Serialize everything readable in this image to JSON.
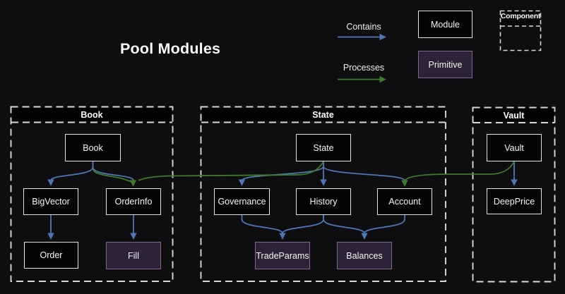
{
  "title": "Pool Modules",
  "legend": {
    "contains_label": "Contains",
    "processes_label": "Processes",
    "module_label": "Module",
    "primitive_label": "Primitive",
    "component_label": "Component"
  },
  "colors": {
    "background": "#0e0e10",
    "contains_arrow": "#4e77b2",
    "processes_arrow": "#3e7c28",
    "module_fill": "#040405",
    "module_border": "#e3e3e3",
    "primitive_fill": "#2e2336",
    "primitive_border": "#7e6790",
    "container_dash": "#d8d8d8"
  },
  "containers": {
    "book": {
      "header": "Book",
      "nodes": [
        {
          "id": "book",
          "label": "Book",
          "type": "module"
        },
        {
          "id": "bigvector",
          "label": "BigVector",
          "type": "module"
        },
        {
          "id": "orderinfo",
          "label": "OrderInfo",
          "type": "module"
        },
        {
          "id": "order",
          "label": "Order",
          "type": "module"
        },
        {
          "id": "fill",
          "label": "Fill",
          "type": "primitive"
        }
      ]
    },
    "state": {
      "header": "State",
      "nodes": [
        {
          "id": "state",
          "label": "State",
          "type": "module"
        },
        {
          "id": "governance",
          "label": "Governance",
          "type": "module"
        },
        {
          "id": "history",
          "label": "History",
          "type": "module"
        },
        {
          "id": "account",
          "label": "Account",
          "type": "module"
        },
        {
          "id": "tradeparams",
          "label": "TradeParams",
          "type": "primitive"
        },
        {
          "id": "balances",
          "label": "Balances",
          "type": "primitive"
        }
      ]
    },
    "vault": {
      "header": "Vault",
      "nodes": [
        {
          "id": "vault",
          "label": "Vault",
          "type": "module"
        },
        {
          "id": "deepprice",
          "label": "DeepPrice",
          "type": "module"
        }
      ]
    }
  },
  "edges": [
    {
      "from": "Book",
      "to": "BigVector",
      "relation": "contains"
    },
    {
      "from": "Book",
      "to": "OrderInfo",
      "relation": "contains"
    },
    {
      "from": "BigVector",
      "to": "Order",
      "relation": "contains"
    },
    {
      "from": "OrderInfo",
      "to": "Fill",
      "relation": "contains"
    },
    {
      "from": "State",
      "to": "Governance",
      "relation": "contains"
    },
    {
      "from": "State",
      "to": "History",
      "relation": "contains"
    },
    {
      "from": "State",
      "to": "Account",
      "relation": "contains"
    },
    {
      "from": "Governance",
      "to": "TradeParams",
      "relation": "contains"
    },
    {
      "from": "History",
      "to": "TradeParams",
      "relation": "contains"
    },
    {
      "from": "History",
      "to": "Balances",
      "relation": "contains"
    },
    {
      "from": "Account",
      "to": "Balances",
      "relation": "contains"
    },
    {
      "from": "Vault",
      "to": "DeepPrice",
      "relation": "contains"
    },
    {
      "from": "State",
      "to": "OrderInfo",
      "relation": "processes"
    },
    {
      "from": "Vault",
      "to": "Account",
      "relation": "processes"
    }
  ]
}
